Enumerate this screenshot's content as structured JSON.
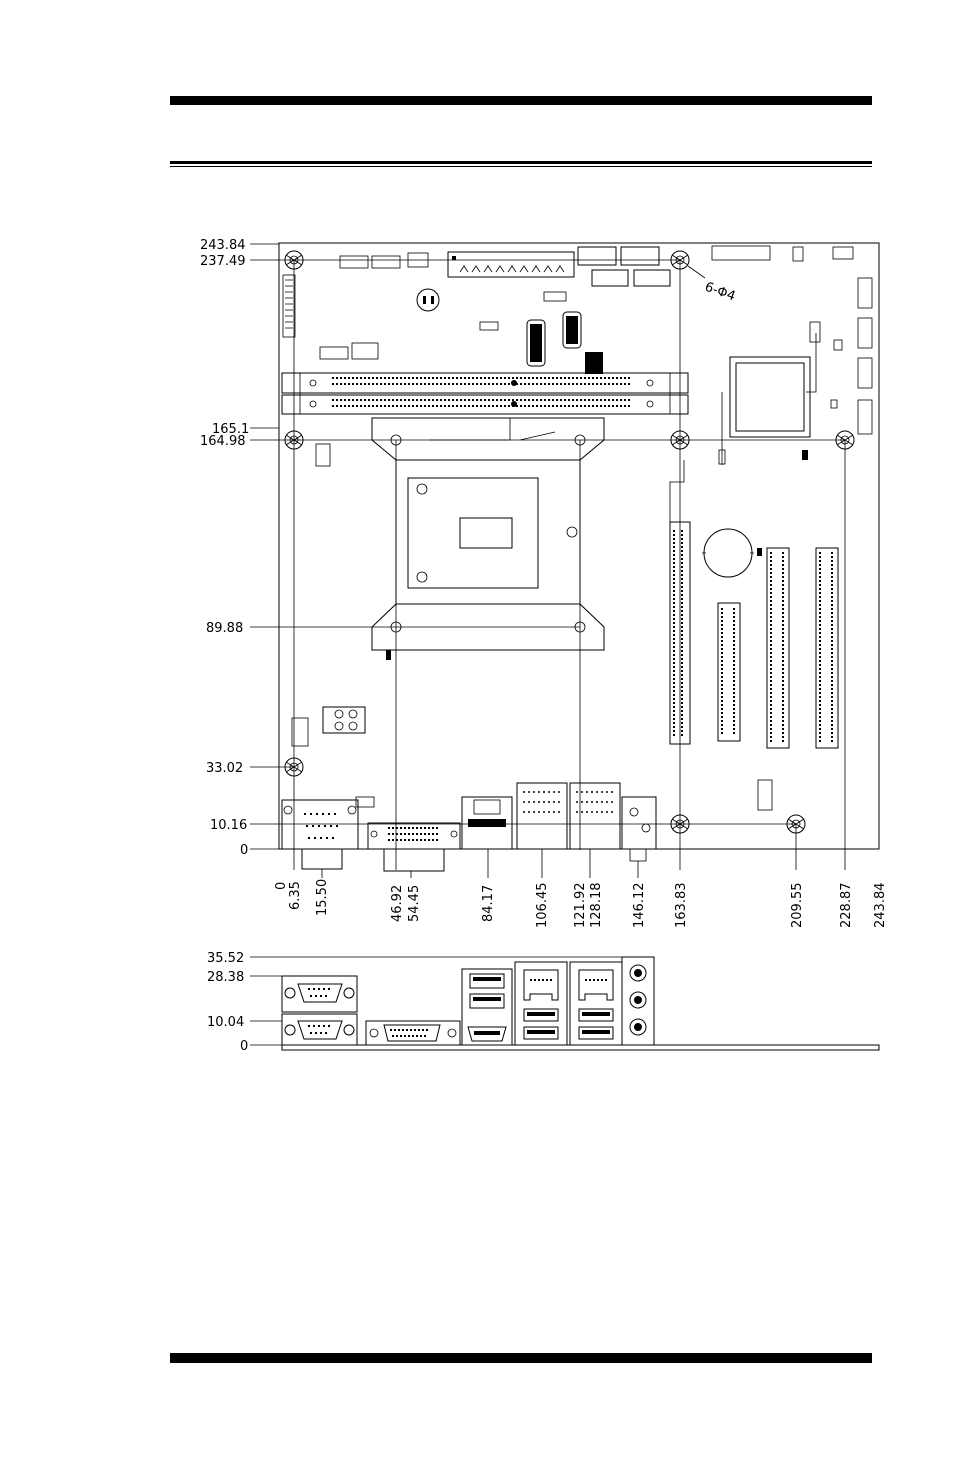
{
  "dimensions": {
    "y_labels": [
      "243.84",
      "237.49",
      "165.1",
      "164.98",
      "89.88",
      "33.02",
      "10.16",
      "0"
    ],
    "x_labels": [
      "0",
      "6.35",
      "15.50",
      "46.92",
      "54.45",
      "84.17",
      "106.45",
      "121.92",
      "128.18",
      "146.12",
      "163.83",
      "209.55",
      "228.87",
      "243.84"
    ],
    "hole_spec": "6-Φ4",
    "io_y_labels": [
      "35.52",
      "28.38",
      "10.04",
      "0"
    ]
  }
}
